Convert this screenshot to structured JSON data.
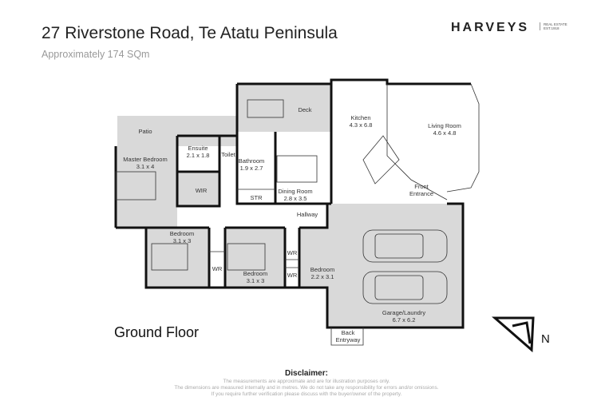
{
  "header": {
    "title": "27 Riverstone Road, Te Atatu Peninsula",
    "subtitle": "Approximately 174 SQm",
    "brand": "HARVEYS",
    "brand_sub": "REAL ESTATE EST.1918"
  },
  "floor_label": "Ground Floor",
  "north_label": "N",
  "rooms": {
    "patio": {
      "name": "Patio"
    },
    "deck": {
      "name": "Deck"
    },
    "master": {
      "name": "Master Bedroom",
      "size": "3.1 x 4"
    },
    "ensuite": {
      "name": "Ensuite",
      "size": "2.1 x 1.8"
    },
    "wir": {
      "name": "WIR"
    },
    "toilet": {
      "name": "Toilet"
    },
    "bathroom": {
      "name": "Bathroom",
      "size": "1.9 x 2.7"
    },
    "str": {
      "name": "STR"
    },
    "dining": {
      "name": "Dining Room",
      "size": "2.8 x 3.5"
    },
    "kitchen": {
      "name": "Kitchen",
      "size": "4.3 x 6.8"
    },
    "living": {
      "name": "Living Room",
      "size": "4.6 x 4.8"
    },
    "front": {
      "name": "Front",
      "name2": "Entrance"
    },
    "hallway": {
      "name": "Hallway"
    },
    "bed2": {
      "name": "Bedroom",
      "size": "3.1 x 3"
    },
    "bed3": {
      "name": "Bedroom",
      "size": "3.1 x 3"
    },
    "bed4": {
      "name": "Bedroom",
      "size": "2.2 x 3.1"
    },
    "wr1": {
      "name": "WR"
    },
    "wr2": {
      "name": "WR"
    },
    "wr3": {
      "name": "WR"
    },
    "garage": {
      "name": "Garage/Laundry",
      "size": "6.7 x 6.2"
    },
    "back": {
      "name": "Back",
      "name2": "Entryway"
    }
  },
  "disclaimer": {
    "title": "Disclaimer:",
    "lines": [
      "The measurements are approximate and are for illustration purposes only.",
      "The dimensions are measured internally and in metres. We do not take any responsibility for errors and/or omissions.",
      "If you require further verification please discuss with the buyer/owner of the property."
    ]
  }
}
